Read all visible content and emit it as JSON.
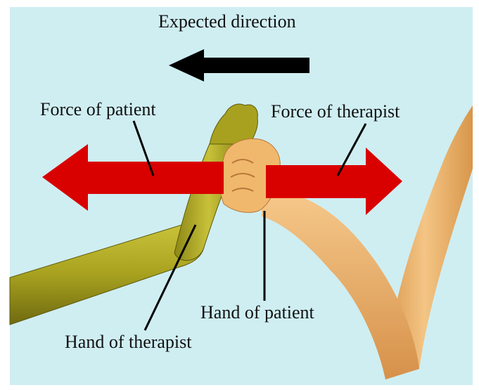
{
  "labels": {
    "expected_direction": "Expected direction",
    "force_of_patient": "Force of patient",
    "force_of_therapist": "Force of therapist",
    "hand_of_patient": "Hand of patient",
    "hand_of_therapist": "Hand of therapist"
  },
  "colors": {
    "background": "#cfeef2",
    "therapist_arm": "#a7a11f",
    "patient_arm": "#f0b86c",
    "force_arrow": "#d90000",
    "direction_arrow": "#000000"
  }
}
